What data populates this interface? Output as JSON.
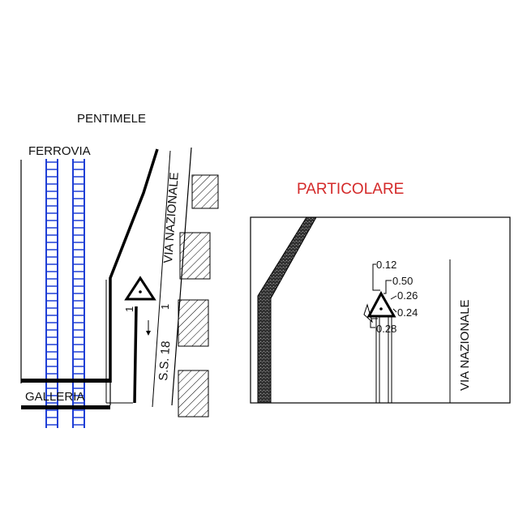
{
  "map": {
    "town_label": "PENTIMELE",
    "railway_label": "FERROVIA",
    "tunnel_label": "GALLERIA",
    "road_name_label": "VIA NAZIONALE",
    "road_code_label": "S.S. 18",
    "lane_marker_left": "1",
    "lane_marker_right": "1"
  },
  "detail": {
    "title": "PARTICOLARE",
    "road_label": "VIA NAZIONALE",
    "dimensions": [
      "0.12",
      "0.50",
      "0.26",
      "0.24",
      "0.28"
    ]
  },
  "colors": {
    "rail": "#1f3fd6",
    "title": "#d42a2a",
    "line": "#000000"
  }
}
